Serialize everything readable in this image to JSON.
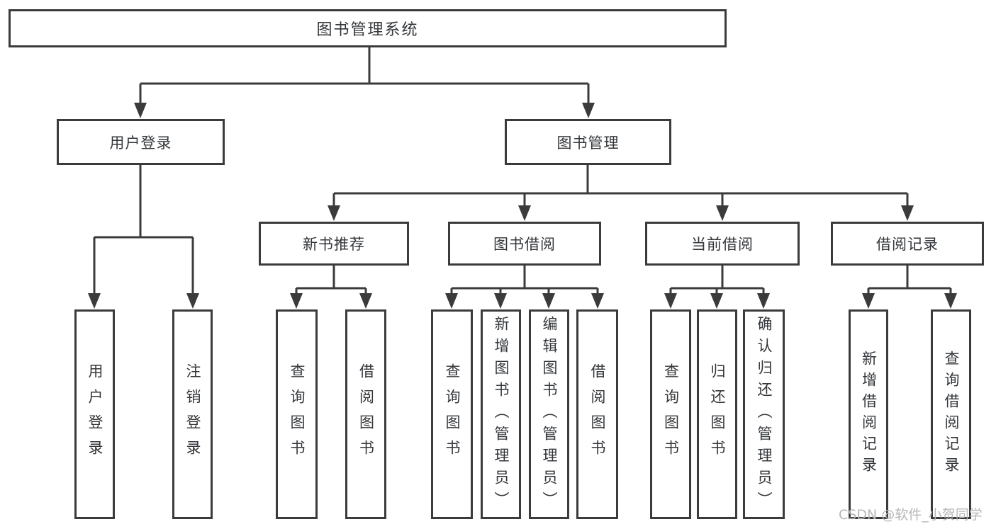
{
  "colors": {
    "line": "#3b3b3b",
    "ink": "#33363a",
    "watermark": "#b9b6b6",
    "background": "#ffffff"
  },
  "diagram": {
    "title": "图书管理系统",
    "branches": [
      {
        "label": "用户登录",
        "children": [
          {
            "label": "用户登录"
          },
          {
            "label": "注销登录"
          }
        ]
      },
      {
        "label": "图书管理",
        "children": [
          {
            "label": "新书推荐",
            "children": [
              {
                "label": "查询图书"
              },
              {
                "label": "借阅图书"
              }
            ]
          },
          {
            "label": "图书借阅",
            "children": [
              {
                "label": "查询图书"
              },
              {
                "label": "新增图书（管理员）"
              },
              {
                "label": "编辑图书（管理员）"
              },
              {
                "label": "借阅图书"
              }
            ]
          },
          {
            "label": "当前借阅",
            "children": [
              {
                "label": "查询图书"
              },
              {
                "label": "归还图书"
              },
              {
                "label": "确认归还（管理员）"
              }
            ]
          },
          {
            "label": "借阅记录",
            "children": [
              {
                "label": "新增借阅记录"
              },
              {
                "label": "查询借阅记录"
              }
            ]
          }
        ]
      }
    ]
  },
  "watermark": {
    "text": "CSDN @软件_小贺同学"
  }
}
